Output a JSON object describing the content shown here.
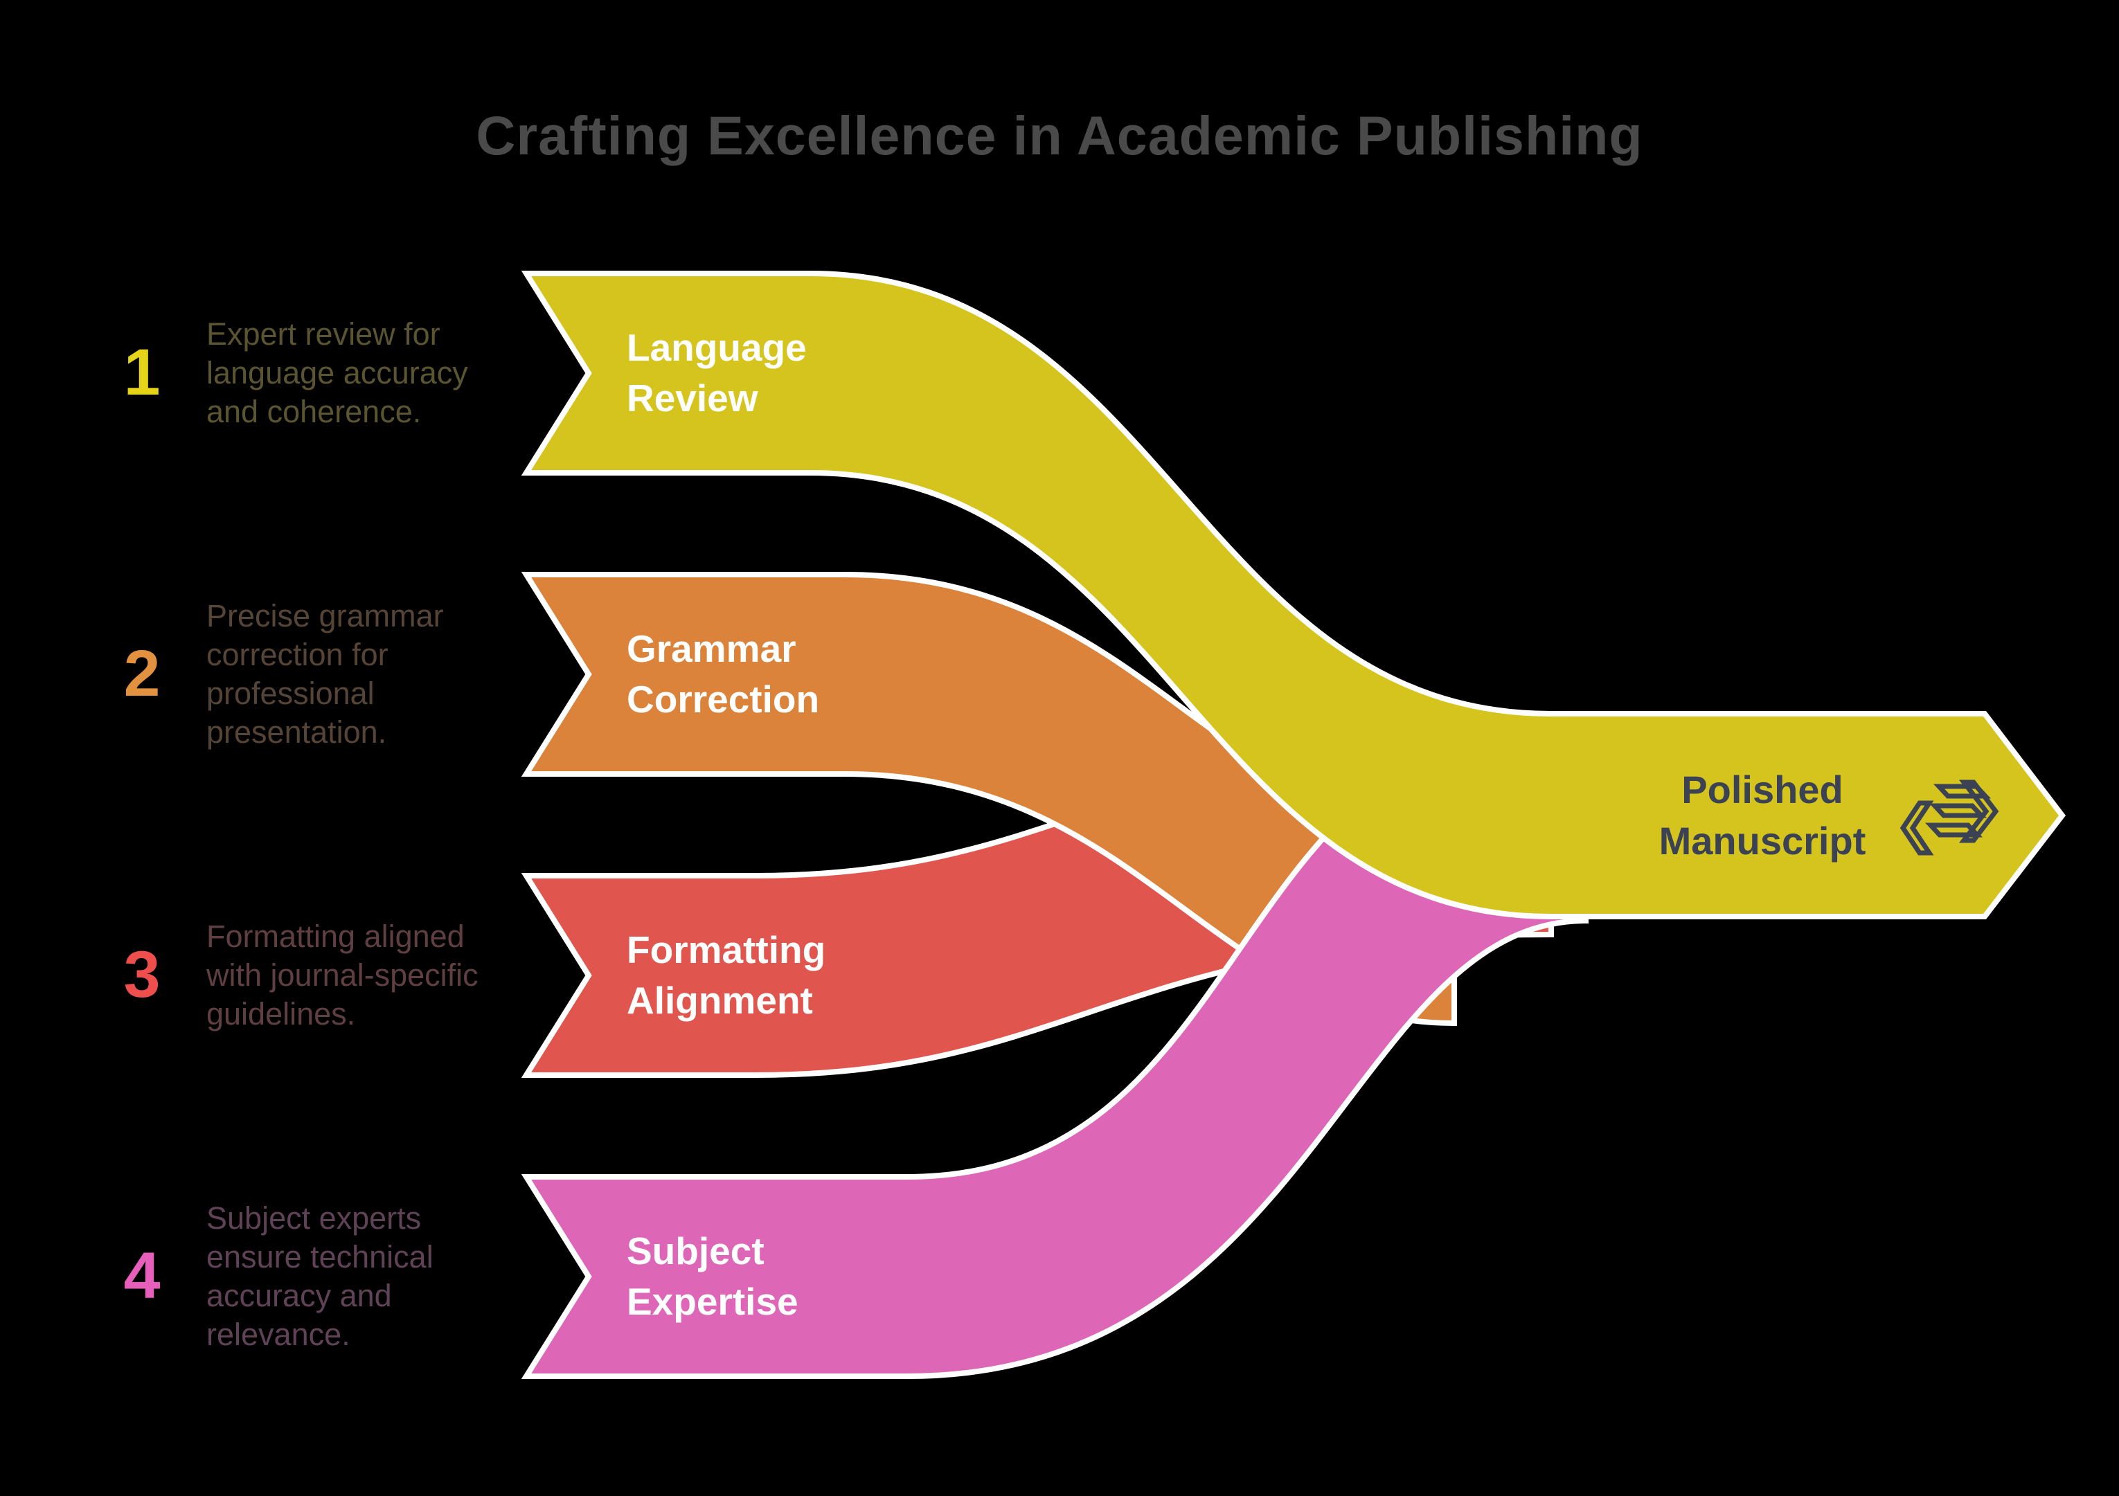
{
  "background_color": "#000000",
  "outline_color": "#ffffff",
  "title": {
    "text": "Crafting Excellence in Academic Publishing",
    "color": "#4a4a4a"
  },
  "steps": [
    {
      "number": "1",
      "number_color": "#e4d319",
      "description": "Expert review for\nlanguage accuracy\nand coherence.",
      "description_color": "#5a5431",
      "label": "Language\nReview",
      "band_color": "#d6c41e"
    },
    {
      "number": "2",
      "number_color": "#e2913e",
      "description": "Precise grammar\ncorrection for\nprofessional\npresentation.",
      "description_color": "#564537",
      "label": "Grammar\nCorrection",
      "band_color": "#db833b"
    },
    {
      "number": "3",
      "number_color": "#ef4f4c",
      "description": "Formatting aligned\nwith journal-specific\nguidelines.",
      "description_color": "#5f3f41",
      "label": "Formatting\nAlignment",
      "band_color": "#e0564f"
    },
    {
      "number": "4",
      "number_color": "#e65fbb",
      "description": "Subject experts\nensure technical\naccuracy and\nrelevance.",
      "description_color": "#5f4256",
      "label": "Subject\nExpertise",
      "band_color": "#de66b6"
    }
  ],
  "result": {
    "label": "Polished\nManuscript",
    "text_color": "#3b4254",
    "icon": "layered-transfer-arrows-icon",
    "icon_color": "#3b4254",
    "arrow_color": "#d6c41e"
  }
}
